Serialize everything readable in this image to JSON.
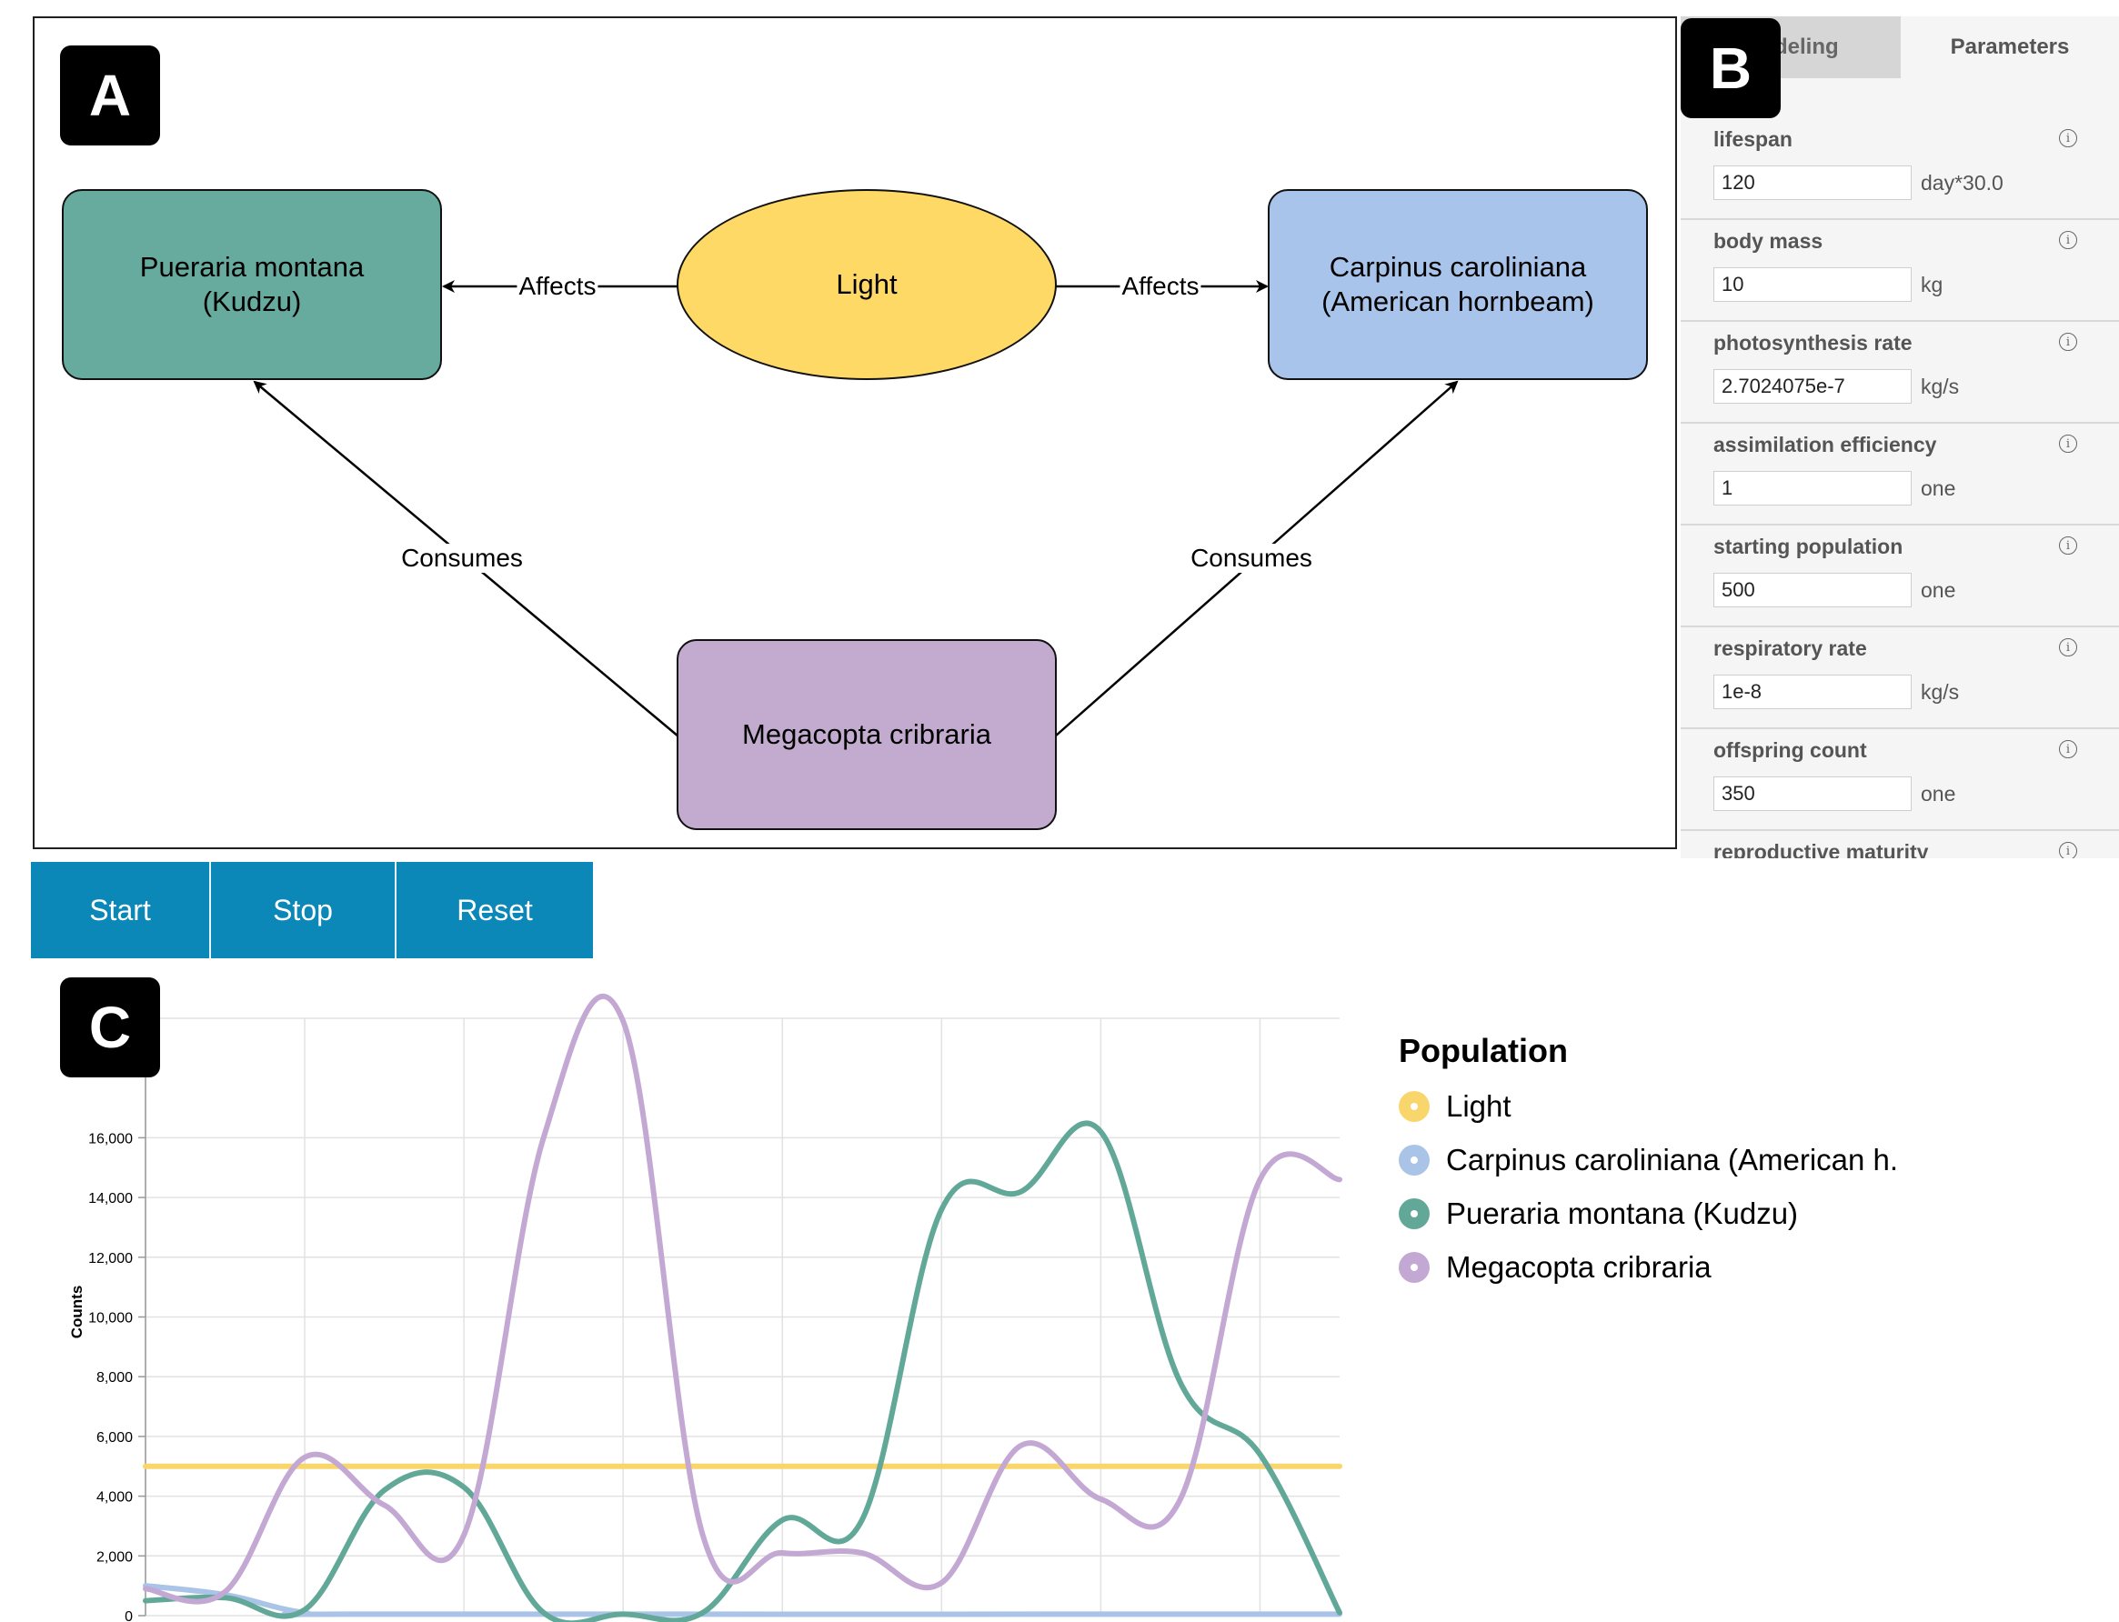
{
  "badges": {
    "a": "A",
    "b": "B",
    "c": "C"
  },
  "diagram": {
    "nodes": {
      "kudzu": "Pueraria montana\n(Kudzu)",
      "light": "Light",
      "hornbeam": "Carpinus caroliniana\n(American hornbeam)",
      "megacopta": "Megacopta cribraria"
    },
    "edges": {
      "light_to_kudzu": "Affects",
      "light_to_hornbeam": "Affects",
      "megacopta_to_kudzu": "Consumes",
      "megacopta_to_hornbeam": "Consumes"
    },
    "colors": {
      "kudzu": "#67ab9f",
      "light": "#ffd966",
      "hornbeam": "#a9c4eb",
      "megacopta": "#c3abd0"
    }
  },
  "panel": {
    "tabs": {
      "modeling": "Modeling",
      "parameters": "Parameters"
    },
    "params": [
      {
        "name": "lifespan",
        "value": "120",
        "unit": "day*30.0"
      },
      {
        "name": "body mass",
        "value": "10",
        "unit": "kg"
      },
      {
        "name": "photosynthesis rate",
        "value": "2.7024075e-7",
        "unit": "kg/s"
      },
      {
        "name": "assimilation efficiency",
        "value": "1",
        "unit": "one"
      },
      {
        "name": "starting population",
        "value": "500",
        "unit": "one"
      },
      {
        "name": "respiratory rate",
        "value": "1e-8",
        "unit": "kg/s"
      },
      {
        "name": "offspring count",
        "value": "350",
        "unit": "one"
      },
      {
        "name": "reproductive maturity",
        "value": "",
        "unit": ""
      }
    ],
    "info_icon": "i"
  },
  "controls": {
    "start": "Start",
    "stop": "Stop",
    "reset": "Reset"
  },
  "chart_data": {
    "type": "line",
    "title": "",
    "xlabel": "",
    "ylabel": "Counts",
    "xlim": [
      0,
      15
    ],
    "ylim": [
      0,
      20000
    ],
    "x_ticks": [
      0,
      2,
      4,
      6,
      8,
      10,
      12,
      14
    ],
    "y_ticks": [
      0,
      2000,
      4000,
      6000,
      8000,
      10000,
      12000,
      14000,
      16000
    ],
    "y_tick_labels": [
      "0",
      "2,000",
      "4,000",
      "6,000",
      "8,000",
      "10,000",
      "12,000",
      "14,000",
      "16,000"
    ],
    "grid": true,
    "legend": {
      "title": "Population",
      "position": "right"
    },
    "series": [
      {
        "name": "Light",
        "color": "#f9d66b",
        "x": [
          0,
          15
        ],
        "y": [
          5000,
          5000
        ]
      },
      {
        "name": "Carpinus caroliniana (American h.",
        "color": "#a9c4e6",
        "x": [
          0,
          1,
          2,
          3,
          15
        ],
        "y": [
          1000,
          700,
          100,
          50,
          50
        ]
      },
      {
        "name": "Pueraria montana (Kudzu)",
        "color": "#62a898",
        "x": [
          0,
          1,
          2,
          3,
          4,
          5,
          6,
          7,
          8,
          9,
          10,
          11,
          12,
          13,
          14,
          15
        ],
        "y": [
          500,
          600,
          200,
          4200,
          4300,
          100,
          50,
          100,
          3200,
          3200,
          13600,
          14200,
          16200,
          7800,
          5400,
          100
        ]
      },
      {
        "name": "Megacopta cribraria",
        "color": "#c3a8d3",
        "x": [
          0,
          1,
          2,
          3,
          4,
          5,
          6,
          7,
          8,
          9,
          10,
          11,
          12,
          13,
          14,
          15
        ],
        "y": [
          900,
          800,
          5300,
          3700,
          2700,
          16000,
          19900,
          2700,
          2100,
          2100,
          1100,
          5700,
          3900,
          3900,
          14600,
          14600
        ]
      }
    ]
  }
}
